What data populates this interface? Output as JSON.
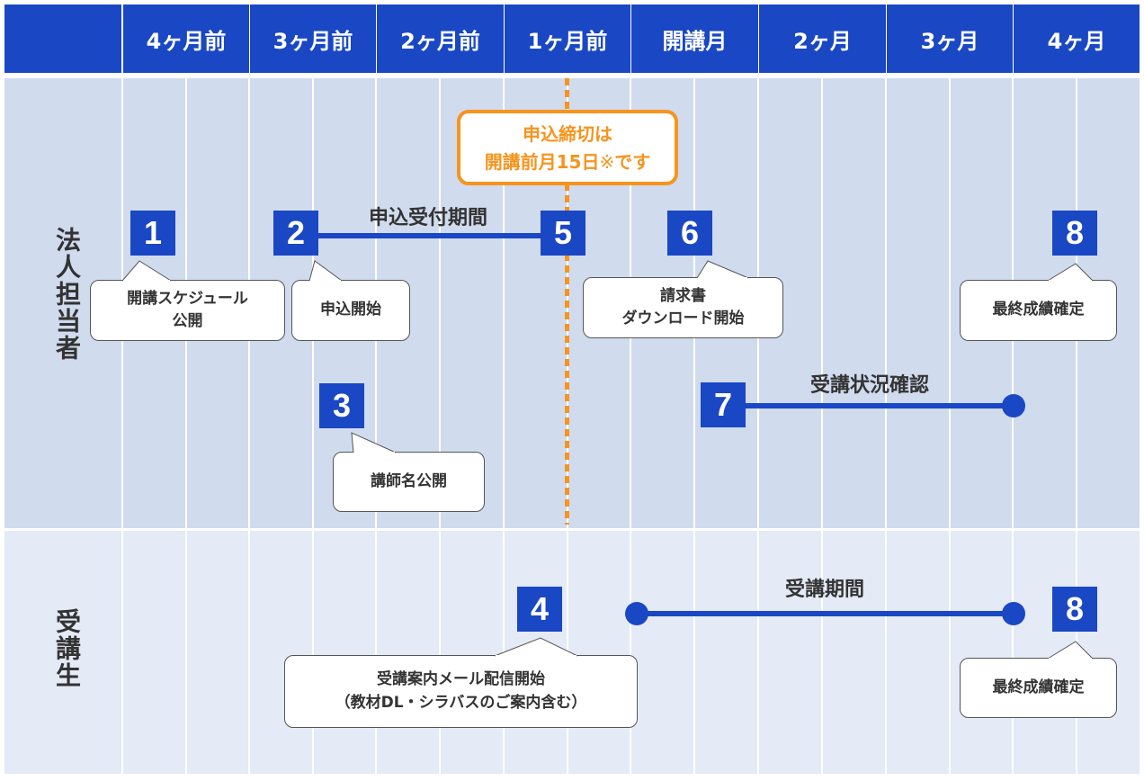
{
  "header": {
    "columns": [
      "4ヶ月前",
      "3ヶ月前",
      "2ヶ月前",
      "1ヶ月前",
      "開講月",
      "2ヶ月",
      "3ヶ月",
      "4ヶ月"
    ]
  },
  "rows": {
    "corporate": "法人担当者",
    "student": "受講生"
  },
  "deadline": {
    "line1": "申込締切は",
    "line2": "開講前月15日",
    "mark": "※",
    "suffix": "です"
  },
  "badges": {
    "b1": "1",
    "b2": "2",
    "b3": "3",
    "b4": "4",
    "b5": "5",
    "b6": "6",
    "b7": "7",
    "b8a": "8",
    "b8b": "8"
  },
  "periods": {
    "application": "申込受付期間",
    "status": "受講状況確認",
    "course": "受講期間"
  },
  "callouts": {
    "c1a": "開講スケジュール",
    "c1b": "公開",
    "c2": "申込開始",
    "c3": "講師名公開",
    "c4a": "受講案内メール配信開始",
    "c4b": "（教材DL・シラバスのご案内含む）",
    "c6a": "請求書",
    "c6b": "ダウンロード開始",
    "c8a": "最終成績確定",
    "c8b": "最終成績確定"
  },
  "colors": {
    "blue": "#1a47c4",
    "orange": "#f7941d",
    "band1": "#d0dbee",
    "band2": "#e4eaf6"
  }
}
